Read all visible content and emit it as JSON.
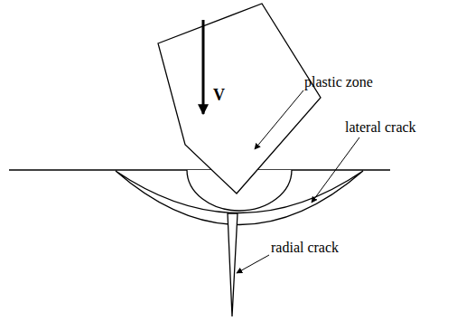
{
  "diagram": {
    "labels": [
      "V",
      "plastic zone",
      "lateral crack",
      "radial crack"
    ]
  }
}
